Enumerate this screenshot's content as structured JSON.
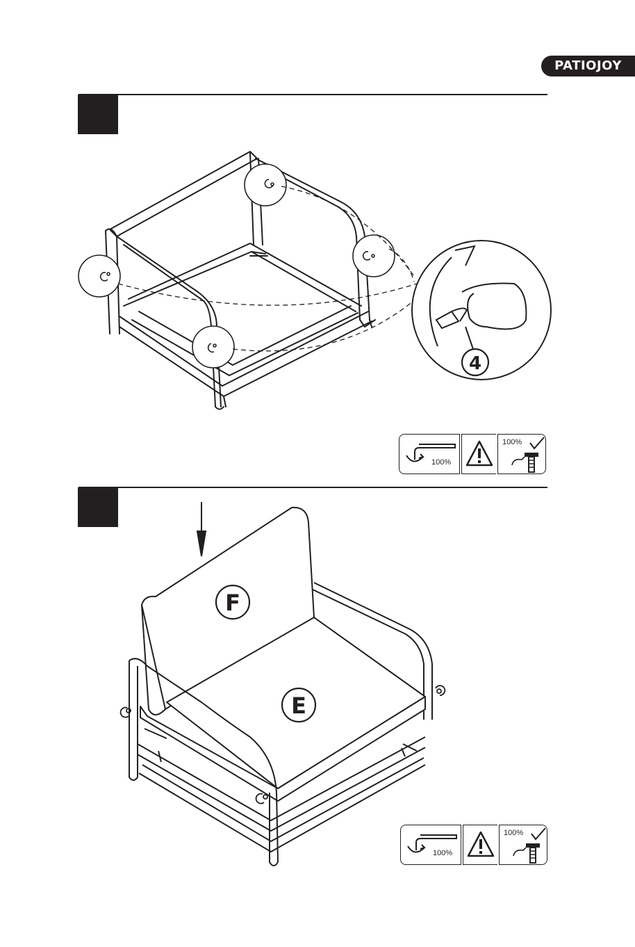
{
  "brand": {
    "logo_text": "PATIOJOY"
  },
  "steps": [
    {
      "callout_number": "4",
      "tools": {
        "wrench_label": "100%",
        "bolt_label": "100%"
      }
    },
    {
      "parts": {
        "backrest": "F",
        "seat": "E"
      },
      "tools": {
        "wrench_label": "100%",
        "bolt_label": "100%"
      }
    }
  ],
  "colors": {
    "ink": "#231f20",
    "paper": "#ffffff"
  }
}
